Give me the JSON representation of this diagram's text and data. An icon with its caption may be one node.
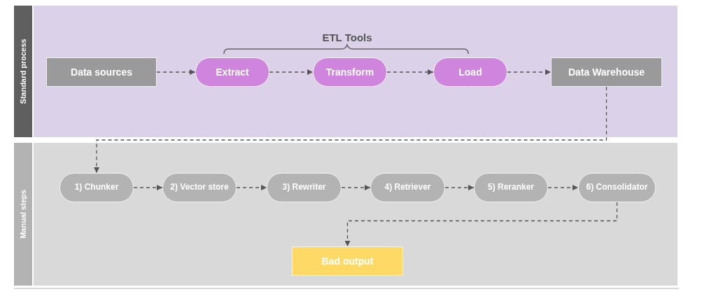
{
  "diagram": {
    "nodes": [
      {
        "text": [
          "Standard process"
        ]
      },
      {
        "text": [
          "Data sources"
        ],
        "in": 0
      },
      {
        "text": [
          "Extract"
        ],
        "in": 0
      },
      {
        "text": [
          "Transform"
        ],
        "in": 0
      },
      {
        "text": [
          "Load"
        ],
        "in": 0
      },
      {
        "text": [
          "Data Warehouse"
        ],
        "in": 0
      },
      {
        "text": [
          "Manual steps"
        ]
      },
      {
        "text": [
          "1) Chunker"
        ],
        "in": 6
      },
      {
        "text": [
          "2) Vector store"
        ],
        "in": 6
      },
      {
        "text": [
          "3) Rewriter"
        ],
        "in": 6
      },
      {
        "text": [
          "4) Retriever"
        ],
        "in": 6
      },
      {
        "text": [
          "5) Reranker"
        ],
        "in": 6
      },
      {
        "text": [
          "6) Consolidator"
        ],
        "in": 6
      },
      {
        "text": [
          "Bad output"
        ],
        "in": 6
      }
    ],
    "edges": [
      {
        "from": 1,
        "to": 2,
        "arrow": "to",
        "style": "dashed"
      },
      {
        "from": 2,
        "to": 3,
        "arrow": "to",
        "style": "dashed"
      },
      {
        "from": 3,
        "to": 4,
        "arrow": "to",
        "style": "dashed"
      },
      {
        "from": 4,
        "to": 5,
        "arrow": "to",
        "style": "dashed"
      },
      {
        "from": 5,
        "to": 7,
        "arrow": "to",
        "style": "dashed"
      },
      {
        "from": 7,
        "to": 8,
        "arrow": "to",
        "style": "dashed"
      },
      {
        "from": 8,
        "to": 9,
        "arrow": "to",
        "style": "dashed"
      },
      {
        "from": 9,
        "to": 10,
        "arrow": "to",
        "style": "dashed"
      },
      {
        "from": 10,
        "to": 11,
        "arrow": "to",
        "style": "dashed"
      },
      {
        "from": 11,
        "to": 12,
        "arrow": "to",
        "style": "dashed"
      },
      {
        "from": 12,
        "to": 13,
        "arrow": "to",
        "style": "dashed"
      }
    ],
    "labels": [
      "ETL Tools"
    ]
  }
}
